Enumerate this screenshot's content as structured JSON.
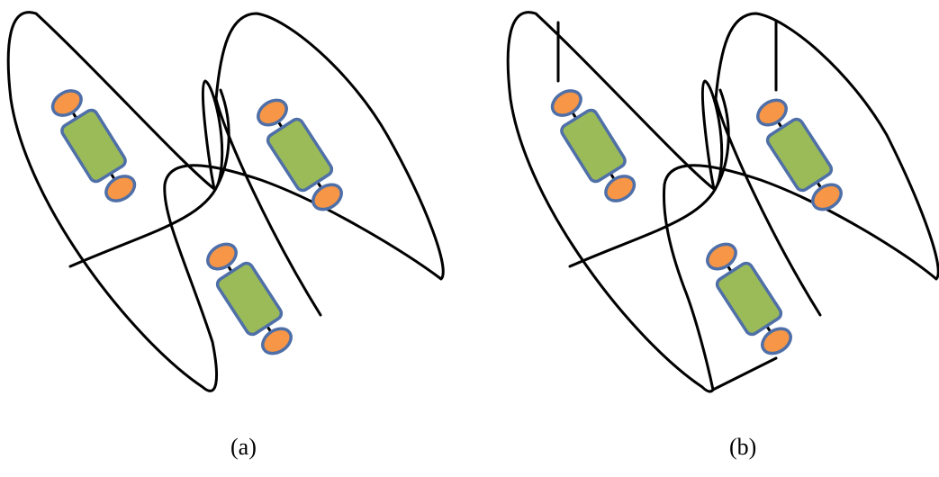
{
  "colors": {
    "curve": "#000000",
    "body_fill": "#9bbb59",
    "body_stroke": "#4f6fa8",
    "bead_fill": "#f79646",
    "bead_stroke": "#4f6fa8",
    "background": "#ffffff"
  },
  "panels": [
    {
      "id": "a",
      "label": "(a)",
      "units": 3,
      "tethered": false
    },
    {
      "id": "b",
      "label": "(b)",
      "units": 3,
      "tethered": true
    }
  ]
}
